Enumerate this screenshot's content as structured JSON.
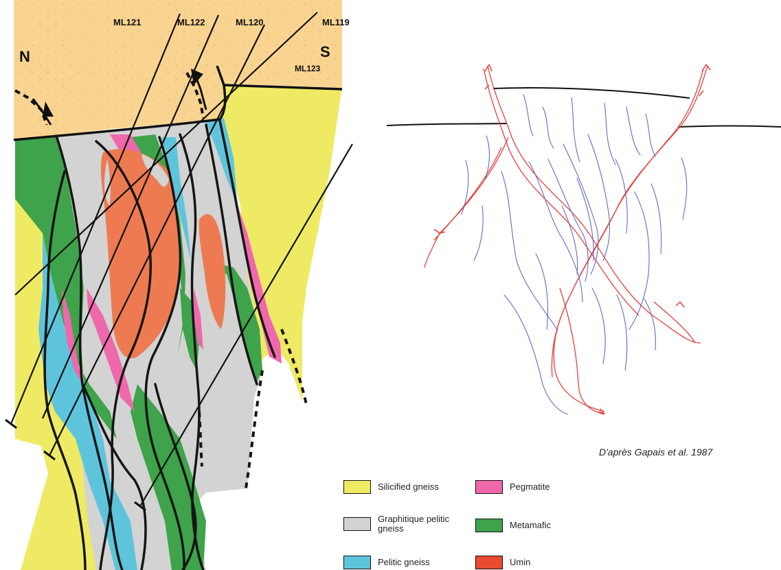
{
  "section": {
    "north_label": "N",
    "south_label": "S",
    "drillholes": [
      "ML121",
      "ML122",
      "ML120",
      "ML119",
      "ML123"
    ]
  },
  "citation": "D'après Gapais et al. 1987",
  "legend": [
    {
      "label": "Silicified gneiss",
      "color": "#eeea64"
    },
    {
      "label": "Pegmatite",
      "color": "#ef68ac"
    },
    {
      "label": "Graphitique pelitic gneiss",
      "color": "#d3d3d3"
    },
    {
      "label": "Metamafic",
      "color": "#3ea34a"
    },
    {
      "label": "Pelitic gneiss",
      "color": "#5ec4dc"
    },
    {
      "label": "Umin",
      "color": "#e84a30"
    }
  ],
  "colors": {
    "overburden": "#f9d491",
    "granite_body": "#ee7a52",
    "schematic_shear": "#e3413b",
    "schematic_foliation": "#6469c8"
  }
}
